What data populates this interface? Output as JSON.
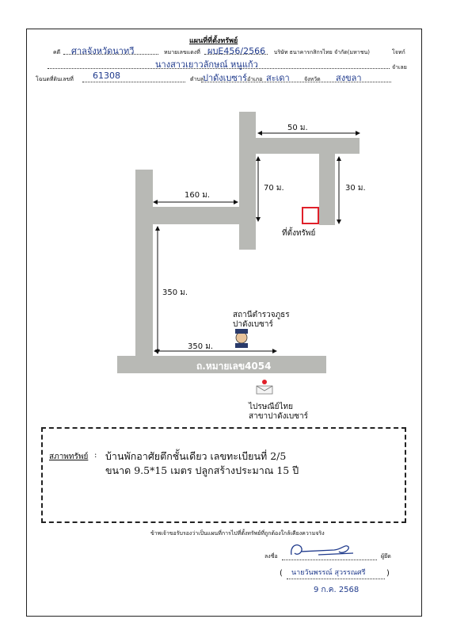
{
  "header": {
    "title": "แผนที่ที่ตั้งทรัพย์",
    "court_label": "คดี",
    "court_value": "ศาลจังหวัดนาทวี",
    "case_label": "หมายเลขแดงที่",
    "case_value": "ผบE456/2566",
    "plaintiff": "บริษัท ธนาคารกสิกรไทย จำกัด(มหาชน)",
    "plaintiff_role": "โจทก์",
    "defendant": "นางสาวเยาวลักษณ์ หนูแก้ว",
    "defendant_role": "จำเลย",
    "deed_label": "โฉนดที่ดินเลขที่",
    "deed_value": "61308",
    "subdistrict_label": "ตำบล",
    "subdistrict_value": "ปาดังเบซาร์",
    "district_label": "อำเภอ",
    "district_value": "สะเดา",
    "province_label": "จังหวัด",
    "province_value": "สงขลา"
  },
  "map": {
    "dist_top": "50 ม.",
    "dist_right": "30 ม.",
    "dist_mid_vertical": "70 ม.",
    "dist_cross": "160 ม.",
    "dist_left": "350 ม.",
    "dist_bottom": "350 ม.",
    "property_label": "ที่ตั้งทรัพย์",
    "police_label_1": "สถานีตำรวจภูธร",
    "police_label_2": "ปาดังเบซาร์",
    "road_label": "ถ.หมายเลข4054",
    "post_label_1": "ไปรษณีย์ไทย",
    "post_label_2": "สาขาปาดังเบซาร์"
  },
  "description": {
    "label": "สภาพทรัพย์",
    "line1": "บ้านพักอาศัยตึกชั้นเดียว เลขทะเบียนที่ 2/5",
    "line2": "ขนาด 9.5*15 เมตร ปลูกสร้างประมาณ 15 ปี"
  },
  "footer": {
    "certify": "ข้าพเจ้าขอรับรองว่าเป็นแผนที่การไปที่ตั้งทรัพย์ที่ถูกต้องใกล้เคียงความจริง",
    "sign_label": "ลงชื่อ",
    "role": "ผู้ยึด",
    "name": "นายวันพรรณ์ สุวรรณศรี",
    "date": "9 ก.ค. 2568"
  }
}
